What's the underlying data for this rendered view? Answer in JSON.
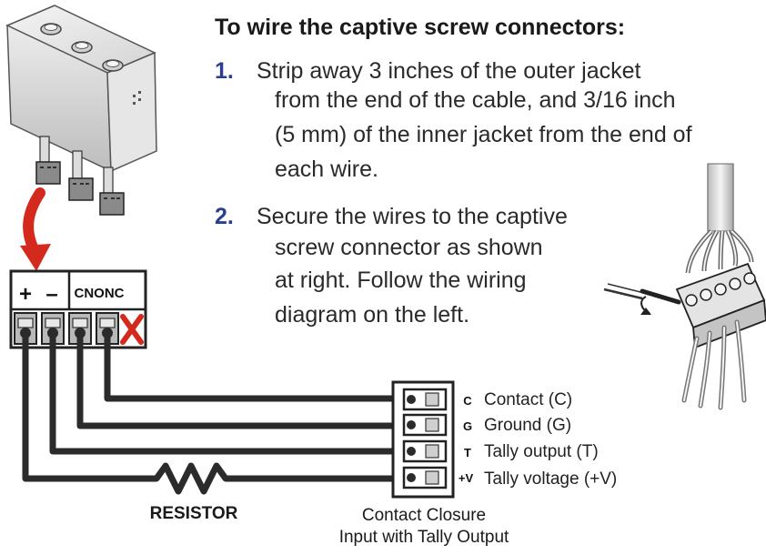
{
  "instructions": {
    "heading": "To wire the captive screw connectors:",
    "steps": [
      {
        "number": "1.",
        "lines": [
          "Strip away 3 inches of the outer jacket",
          "from the end of the cable, and 3/16 inch",
          "(5 mm) of the inner jacket from the end of",
          "each wire."
        ]
      },
      {
        "number": "2.",
        "lines": [
          "Secure the wires to the captive",
          "screw connector as shown",
          "at right. Follow the wiring",
          "diagram on the left."
        ]
      }
    ]
  },
  "diagram": {
    "left_connector": {
      "plus_label": "+",
      "minus_label": "–",
      "cnonc_label": "CNONC"
    },
    "resistor_label": "RESISTOR",
    "right_connector": {
      "title_line1": "Contact Closure",
      "title_line2": "Input with Tally Output",
      "pins": [
        {
          "code": "C",
          "label": "Contact (C)"
        },
        {
          "code": "G",
          "label": "Ground (G)"
        },
        {
          "code": "T",
          "label": "Tally output (T)"
        },
        {
          "code": "+V",
          "label": "Tally voltage (+V)"
        }
      ]
    },
    "colors": {
      "wire": "#2b2b2b",
      "arrow": "#d42a1e",
      "x_mark": "#d42a1e",
      "heading": "#1a1a1a",
      "step_number": "#2b3f8f"
    }
  }
}
